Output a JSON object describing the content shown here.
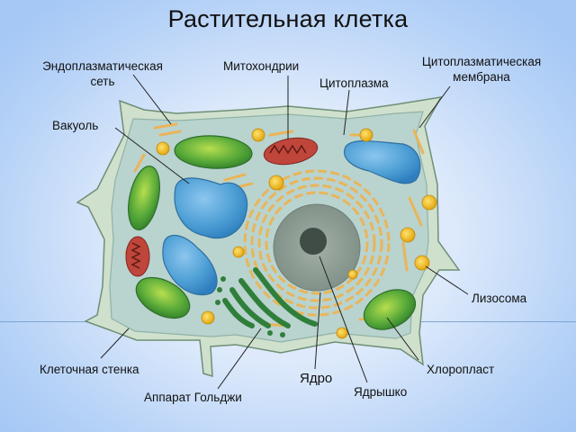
{
  "title": "Растительная клетка",
  "labels": {
    "er": "Эндоплазматическая",
    "er2": "сеть",
    "mitochondria": "Митохондрии",
    "cytoplasm": "Цитоплазма",
    "membrane": "Цитоплазматическая",
    "membrane2": "мембрана",
    "vacuole": "Вакуоль",
    "lysosome": "Лизосома",
    "cell_wall": "Клеточная стенка",
    "golgi": "Аппарат Гольджи",
    "nucleus": "Ядро",
    "nucleolus": "Ядрышко",
    "chloroplast": "Хлоропласт"
  },
  "colors": {
    "cell_wall": "#c9dcc8",
    "cytoplasm": "#b9d3cf",
    "vacuole": "#4fa0d6",
    "chloroplast": "#5aab3a",
    "mitochondria": "#c0463b",
    "lysosome": "#f2c21c",
    "er": "#e9b55a",
    "nucleus": "#8f9e95",
    "nucleolus": "#3f4d46",
    "golgi": "#2f7f3a"
  }
}
